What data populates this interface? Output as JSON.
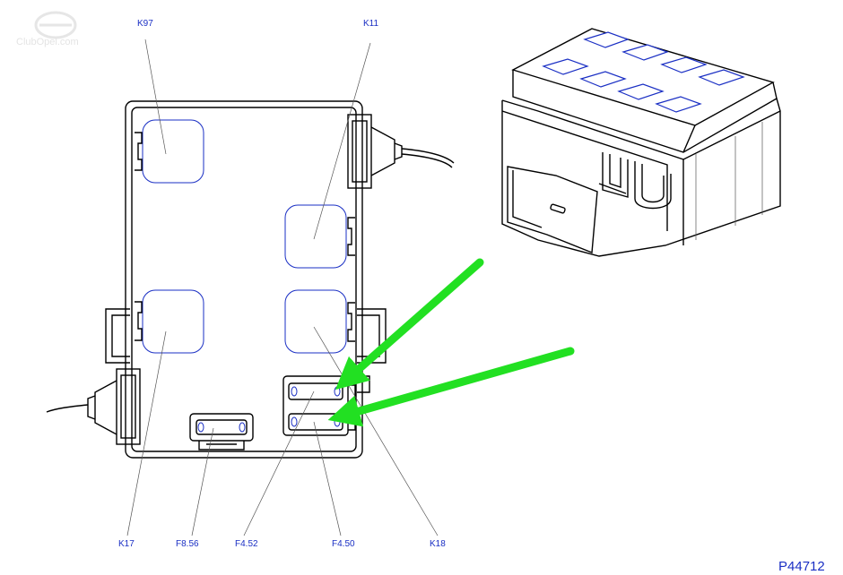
{
  "watermark": "ClubOpel.com",
  "reference": "P44712",
  "labels": {
    "k97": "K97",
    "k11": "K11",
    "k17": "K17",
    "f856": "F8.56",
    "f452": "F4.52",
    "f450": "F4.50",
    "k18": "K18"
  },
  "colors": {
    "label": "#1a2fc4",
    "arrow": "#22e022",
    "outline": "#000000"
  }
}
